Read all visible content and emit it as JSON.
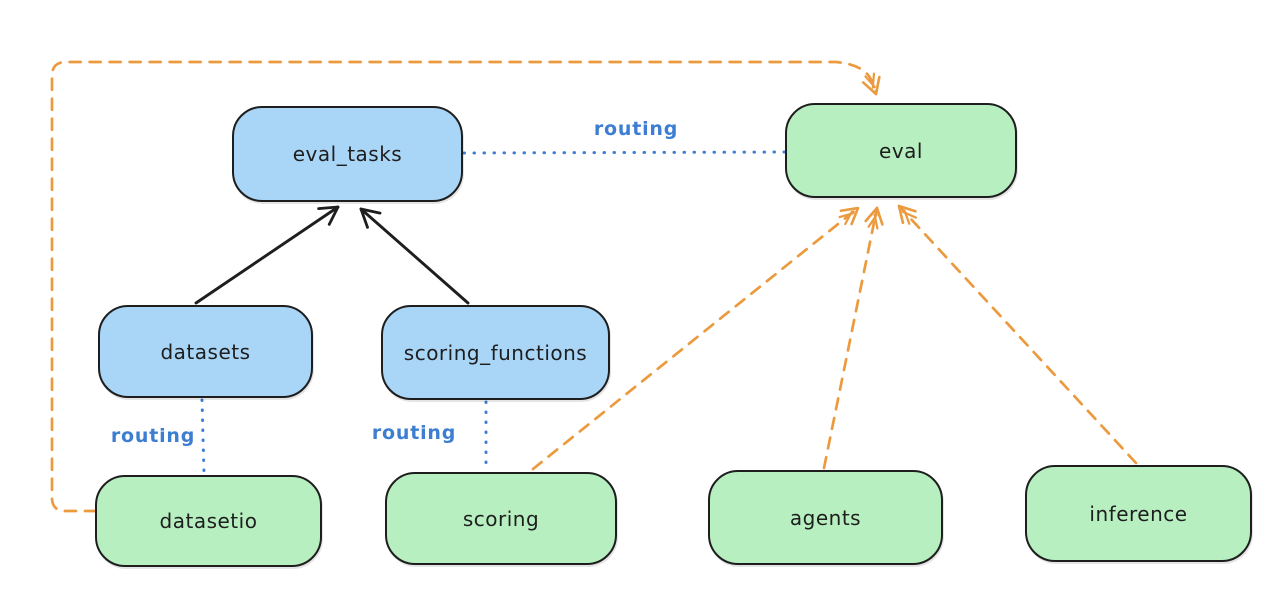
{
  "diagram": {
    "nodes": {
      "eval_tasks": {
        "label": "eval_tasks",
        "color": "blue"
      },
      "eval": {
        "label": "eval",
        "color": "green"
      },
      "datasets": {
        "label": "datasets",
        "color": "blue"
      },
      "scoring_functions": {
        "label": "scoring_functions",
        "color": "blue"
      },
      "datasetio": {
        "label": "datasetio",
        "color": "green"
      },
      "scoring": {
        "label": "scoring",
        "color": "green"
      },
      "agents": {
        "label": "agents",
        "color": "green"
      },
      "inference": {
        "label": "inference",
        "color": "green"
      }
    },
    "edges": [
      {
        "from": "datasets",
        "to": "eval_tasks",
        "style": "solid-arrow",
        "color": "black",
        "label": ""
      },
      {
        "from": "scoring_functions",
        "to": "eval_tasks",
        "style": "solid-arrow",
        "color": "black",
        "label": ""
      },
      {
        "from": "eval_tasks",
        "to": "eval",
        "style": "dotted",
        "color": "blue",
        "label": "routing"
      },
      {
        "from": "datasets",
        "to": "datasetio",
        "style": "dotted",
        "color": "blue",
        "label": "routing"
      },
      {
        "from": "scoring_functions",
        "to": "scoring",
        "style": "dotted",
        "color": "blue",
        "label": "routing"
      },
      {
        "from": "datasetio",
        "to": "eval",
        "style": "dashed-arrow",
        "color": "orange",
        "label": ""
      },
      {
        "from": "scoring",
        "to": "eval",
        "style": "dashed-arrow",
        "color": "orange",
        "label": ""
      },
      {
        "from": "agents",
        "to": "eval",
        "style": "dashed-arrow",
        "color": "orange",
        "label": ""
      },
      {
        "from": "inference",
        "to": "eval",
        "style": "dashed-arrow",
        "color": "orange",
        "label": ""
      }
    ]
  },
  "colors": {
    "bg": "#ffffff",
    "stroke": "#1e1e1e",
    "blue_fill": "#a9d5f6",
    "green_fill": "#b7efc0",
    "orange": "#eb9a3e",
    "routing_blue": "#3d7ed2"
  }
}
